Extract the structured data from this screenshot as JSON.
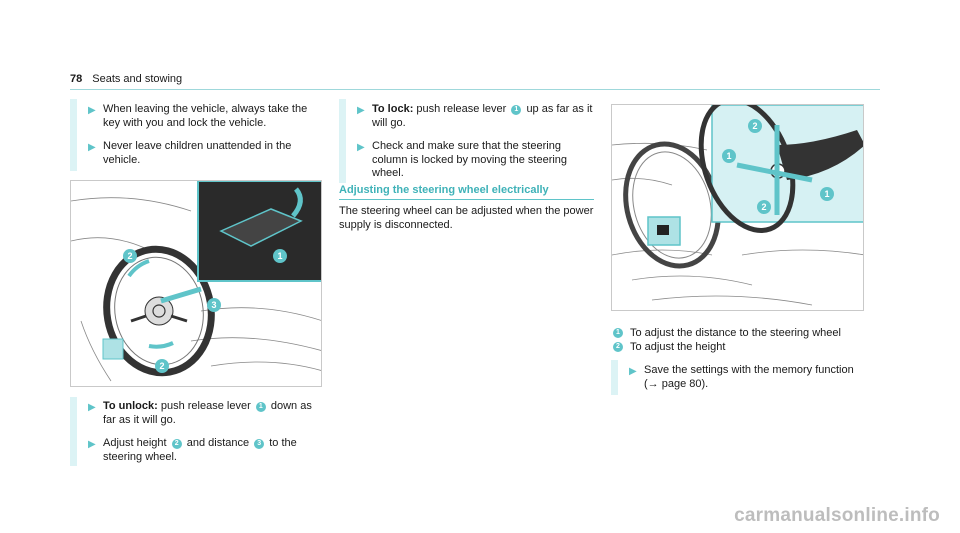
{
  "header": {
    "page_number": "78",
    "title": "Seats and stowing"
  },
  "left_top_steps": [
    "When leaving the vehicle, always take the key with you and lock the vehicle.",
    "Never leave children unattended in the vehicle."
  ],
  "unlock": {
    "label": "To unlock:",
    "text_a": "push release lever",
    "marker_a": "1",
    "text_b": "down as far as it will go."
  },
  "adjust": {
    "text_a": "Adjust height",
    "marker_a": "2",
    "text_b": "and distance",
    "marker_b": "3",
    "text_c": "to the steering wheel."
  },
  "lock": {
    "label": "To lock:",
    "text_a": "push release lever",
    "marker_a": "1",
    "text_b": "up as far as it will go."
  },
  "check_step": "Check and make sure that the steering column is locked by moving the steering wheel.",
  "section": {
    "title": "Adjusting the steering wheel electrically",
    "paragraph": "The steering wheel can be adjusted when the power supply is disconnected."
  },
  "legend": [
    {
      "marker": "1",
      "text": "To adjust the distance to the steering wheel"
    },
    {
      "marker": "2",
      "text": "To adjust the height"
    }
  ],
  "save_step": "Save the settings with the memory function (→ page 80).",
  "figure_left_markers": [
    "1",
    "2",
    "3",
    "2"
  ],
  "figure_right_markers": [
    "2",
    "1",
    "1",
    "2"
  ],
  "watermark": "carmanualsonline.info",
  "colors": {
    "accent": "#5fc4c9",
    "accent_light": "#dcf3f5",
    "title": "#3fb2b8"
  }
}
